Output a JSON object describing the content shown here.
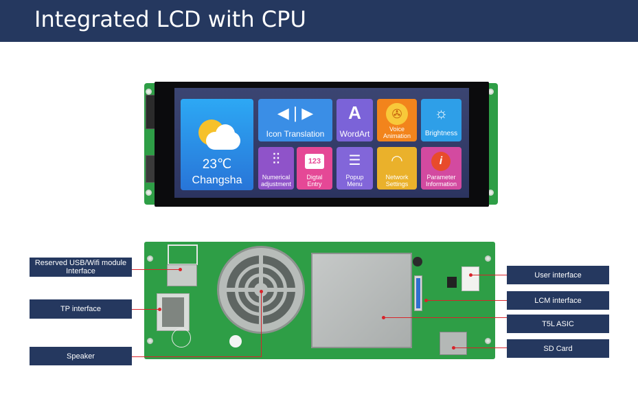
{
  "header": {
    "title": "Integrated LCD with CPU"
  },
  "colors": {
    "header_bg": "#25385f",
    "callout_bg": "#25385f",
    "leader_line": "#d8232a",
    "pcb": "#2e9e46"
  },
  "screen": {
    "weather": {
      "icon": "sun-cloud-icon",
      "temperature": "23℃",
      "city": "Changsha"
    },
    "tiles": [
      {
        "label": "Icon Translation",
        "icon": "arrows-icon",
        "color": "#3a8ee6"
      },
      {
        "label": "WordArt",
        "icon": "letter-a-icon",
        "color": "#7b63d8"
      },
      {
        "label": "Voice Animation",
        "icon": "film-reel-icon",
        "color": "#f2841c"
      },
      {
        "label": "Brightness",
        "icon": "sun-icon",
        "color": "#2e9fe8"
      },
      {
        "label": "Numerical adjustment",
        "icon": "sliders-icon",
        "color": "#8f53c9"
      },
      {
        "label": "Digtal Entry",
        "icon": "123-icon",
        "icon_text": "123",
        "color": "#e54896"
      },
      {
        "label": "Popup Menu",
        "icon": "menu-list-icon",
        "color": "#8266d9"
      },
      {
        "label": "Network Settings",
        "icon": "wifi-icon",
        "color": "#eab12b"
      },
      {
        "label": "Parameter Information",
        "icon": "info-icon",
        "color": "#d34aa0"
      }
    ]
  },
  "callouts": {
    "usb_wifi": "Reserved USB/Wifi module Interface",
    "tp": "TP interface",
    "speaker": "Speaker",
    "user": "User interface",
    "lcm": "LCM interface",
    "asic": "T5L ASIC",
    "sd": "SD Card"
  }
}
